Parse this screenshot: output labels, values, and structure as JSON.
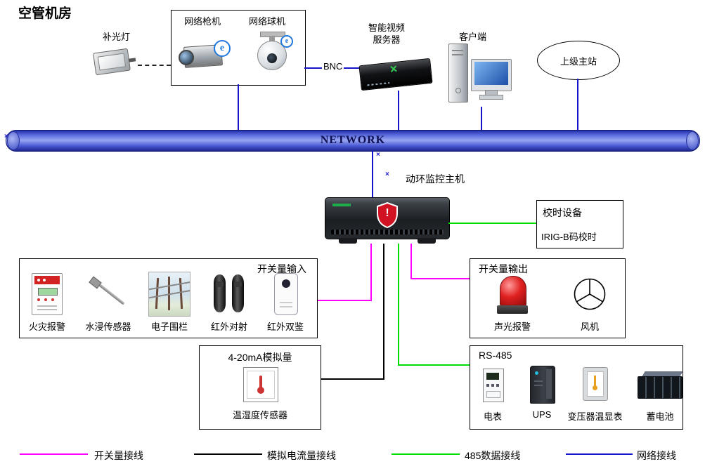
{
  "title": "空管机房",
  "top_devices": {
    "fill_light": "补光灯",
    "camera_group": {
      "bullet_label": "网络枪机",
      "dome_label": "网络球机"
    },
    "bnc_label": "BNC",
    "video_server_line1": "智能视频",
    "video_server_line2": "服务器",
    "client": "客户端",
    "master_station": "上级主站"
  },
  "network_bus_label": "NETWORK",
  "host_label": "动环监控主机",
  "timing_box": {
    "line1": "校时设备",
    "line2": "IRIG-B码校时"
  },
  "switch_input_box": {
    "title": "开关量输入",
    "items": [
      "火灾报警",
      "水浸传感器",
      "电子围栏",
      "红外对射",
      "红外双鉴"
    ]
  },
  "switch_output_box": {
    "title": "开关量输出",
    "items": [
      "声光报警",
      "风机"
    ]
  },
  "analog_box": {
    "title": "4-20mA模拟量",
    "items": [
      "温湿度传感器"
    ]
  },
  "rs485_box": {
    "title": "RS-485",
    "items": [
      "电表",
      "UPS",
      "变压器温显表",
      "蓄电池"
    ]
  },
  "legend": [
    {
      "label": "开关量接线",
      "color": "#ff00ff"
    },
    {
      "label": "模拟电流量接线",
      "color": "#000000"
    },
    {
      "label": "485数据接线",
      "color": "#00dd00"
    },
    {
      "label": "网络接线",
      "color": "#1414cc"
    }
  ],
  "icons": {
    "camera_badge": "e",
    "server_mark": "✕",
    "host_shield_mark": "!",
    "connection_mark": "×"
  },
  "colors": {
    "network_line": "#1414cc",
    "switch_line": "#ff00ff",
    "analog_line": "#000000",
    "data485_line": "#00dd00",
    "bus_fill": "#3a4fd0"
  }
}
